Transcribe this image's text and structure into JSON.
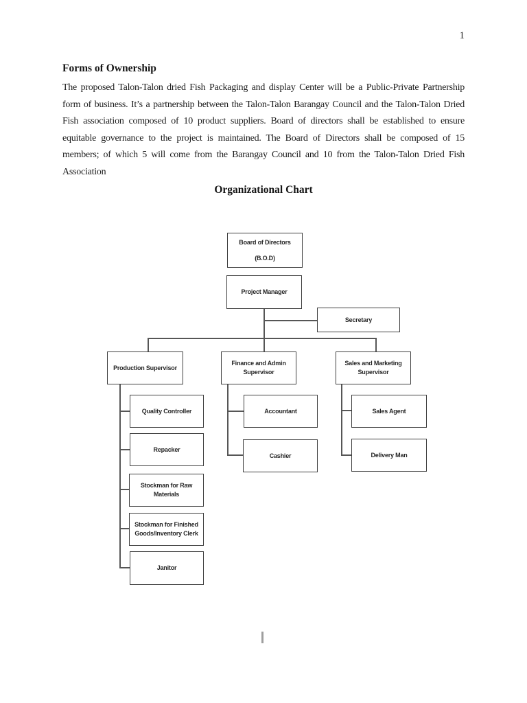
{
  "page": {
    "number": "1"
  },
  "doc": {
    "heading": "Forms of Ownership",
    "paragraph_lines": [
      "The proposed Talon-Talon dried Fish Packaging and display Center will be a Public-Private Partnership",
      "form of business. It’s a partnership between the Talon-Talon Barangay Council and the Talon-Talon Dried",
      "Fish association composed of 10 product suppliers. Board of directors shall be established to ensure",
      "equitable governance to the project is maintained. The Board of Directors shall be composed of 15",
      "members; of which 5 will come from the Barangay Council and 10 from the Talon-Talon Dried Fish",
      "Association"
    ],
    "chart_title": "Organizational Chart"
  },
  "org_chart": {
    "nodes": {
      "bod": {
        "line1": "Board of Directors",
        "line2": "(B.O.D)"
      },
      "project_manager": {
        "line1": "Project Manager"
      },
      "secretary": {
        "line1": "Secretary"
      },
      "production_supervisor": {
        "line1": "Production Supervisor"
      },
      "finance_admin_supervisor": {
        "line1": "Finance and Admin",
        "line2": "Supervisor"
      },
      "sales_marketing_supervisor": {
        "line1": "Sales and Marketing",
        "line2": "Supervisor"
      },
      "quality_controller": {
        "line1": "Quality Controller"
      },
      "repacker": {
        "line1": "Repacker"
      },
      "stockman_raw": {
        "line1": "Stockman for Raw",
        "line2": "Materials"
      },
      "stockman_finished": {
        "line1": "Stockman for Finished",
        "line2": "Goods/Inventory Clerk"
      },
      "janitor": {
        "line1": "Janitor"
      },
      "accountant": {
        "line1": "Accountant"
      },
      "cashier": {
        "line1": "Cashier"
      },
      "sales_agent": {
        "line1": "Sales Agent"
      },
      "delivery_man": {
        "line1": "Delivery Man"
      }
    }
  }
}
